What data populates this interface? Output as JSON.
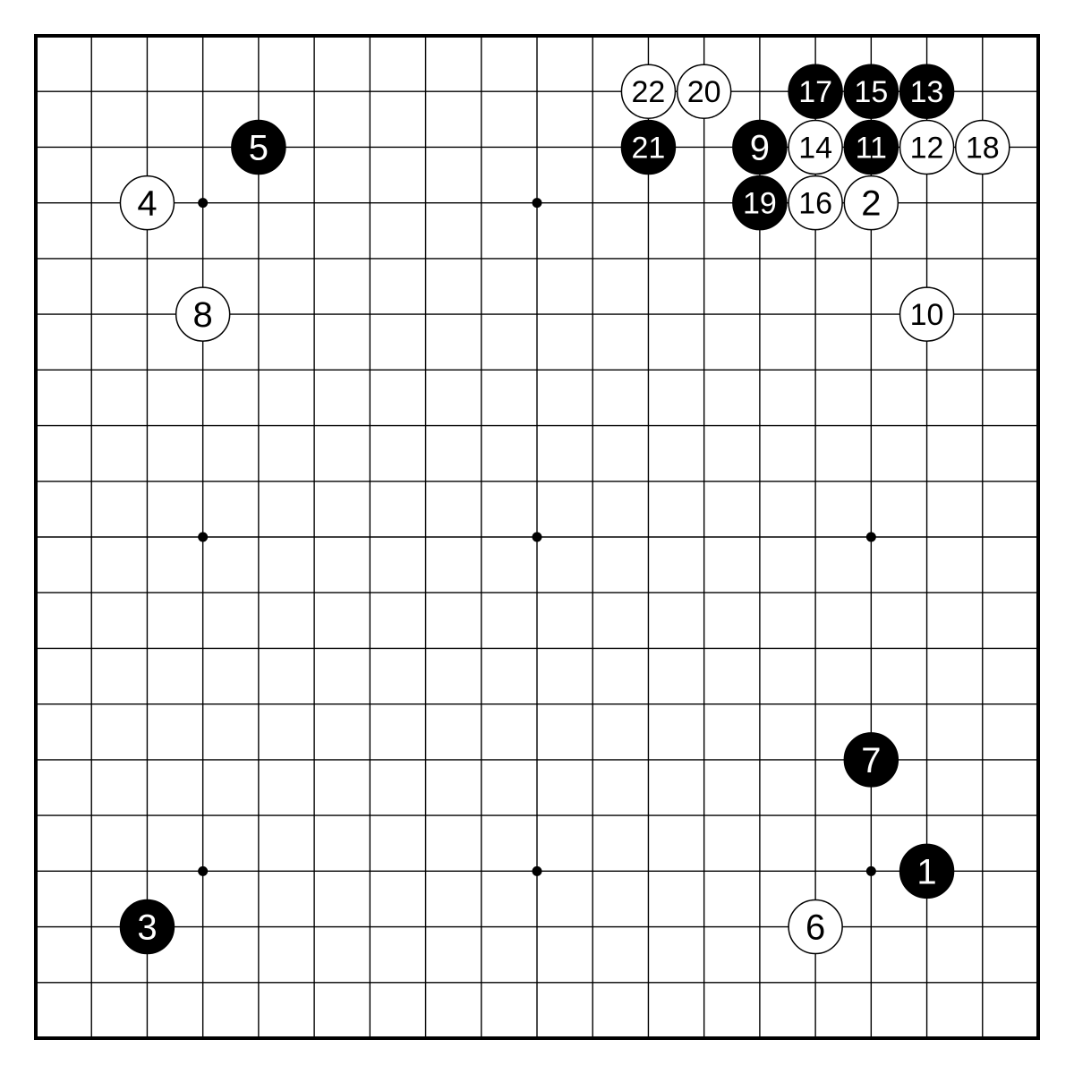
{
  "board": {
    "size": 19,
    "hoshi": [
      [
        3,
        3
      ],
      [
        9,
        3
      ],
      [
        15,
        3
      ],
      [
        3,
        9
      ],
      [
        9,
        9
      ],
      [
        15,
        9
      ],
      [
        3,
        15
      ],
      [
        9,
        15
      ],
      [
        15,
        15
      ]
    ]
  },
  "moves": [
    {
      "n": "1",
      "color": "black",
      "col": 16,
      "row": 15
    },
    {
      "n": "2",
      "color": "white",
      "col": 15,
      "row": 3
    },
    {
      "n": "3",
      "color": "black",
      "col": 2,
      "row": 16
    },
    {
      "n": "4",
      "color": "white",
      "col": 2,
      "row": 3
    },
    {
      "n": "5",
      "color": "black",
      "col": 4,
      "row": 2
    },
    {
      "n": "6",
      "color": "white",
      "col": 14,
      "row": 16
    },
    {
      "n": "7",
      "color": "black",
      "col": 15,
      "row": 13
    },
    {
      "n": "8",
      "color": "white",
      "col": 3,
      "row": 5
    },
    {
      "n": "9",
      "color": "black",
      "col": 13,
      "row": 2
    },
    {
      "n": "10",
      "color": "white",
      "col": 16,
      "row": 5
    },
    {
      "n": "11",
      "color": "black",
      "col": 15,
      "row": 2
    },
    {
      "n": "12",
      "color": "white",
      "col": 16,
      "row": 2
    },
    {
      "n": "13",
      "color": "black",
      "col": 16,
      "row": 1
    },
    {
      "n": "14",
      "color": "white",
      "col": 14,
      "row": 2
    },
    {
      "n": "15",
      "color": "black",
      "col": 15,
      "row": 1
    },
    {
      "n": "16",
      "color": "white",
      "col": 14,
      "row": 3
    },
    {
      "n": "17",
      "color": "black",
      "col": 14,
      "row": 1
    },
    {
      "n": "18",
      "color": "white",
      "col": 17,
      "row": 2
    },
    {
      "n": "19",
      "color": "black",
      "col": 13,
      "row": 3
    },
    {
      "n": "20",
      "color": "white",
      "col": 12,
      "row": 1
    },
    {
      "n": "21",
      "color": "black",
      "col": 11,
      "row": 2
    },
    {
      "n": "22",
      "color": "white",
      "col": 11,
      "row": 1
    }
  ]
}
